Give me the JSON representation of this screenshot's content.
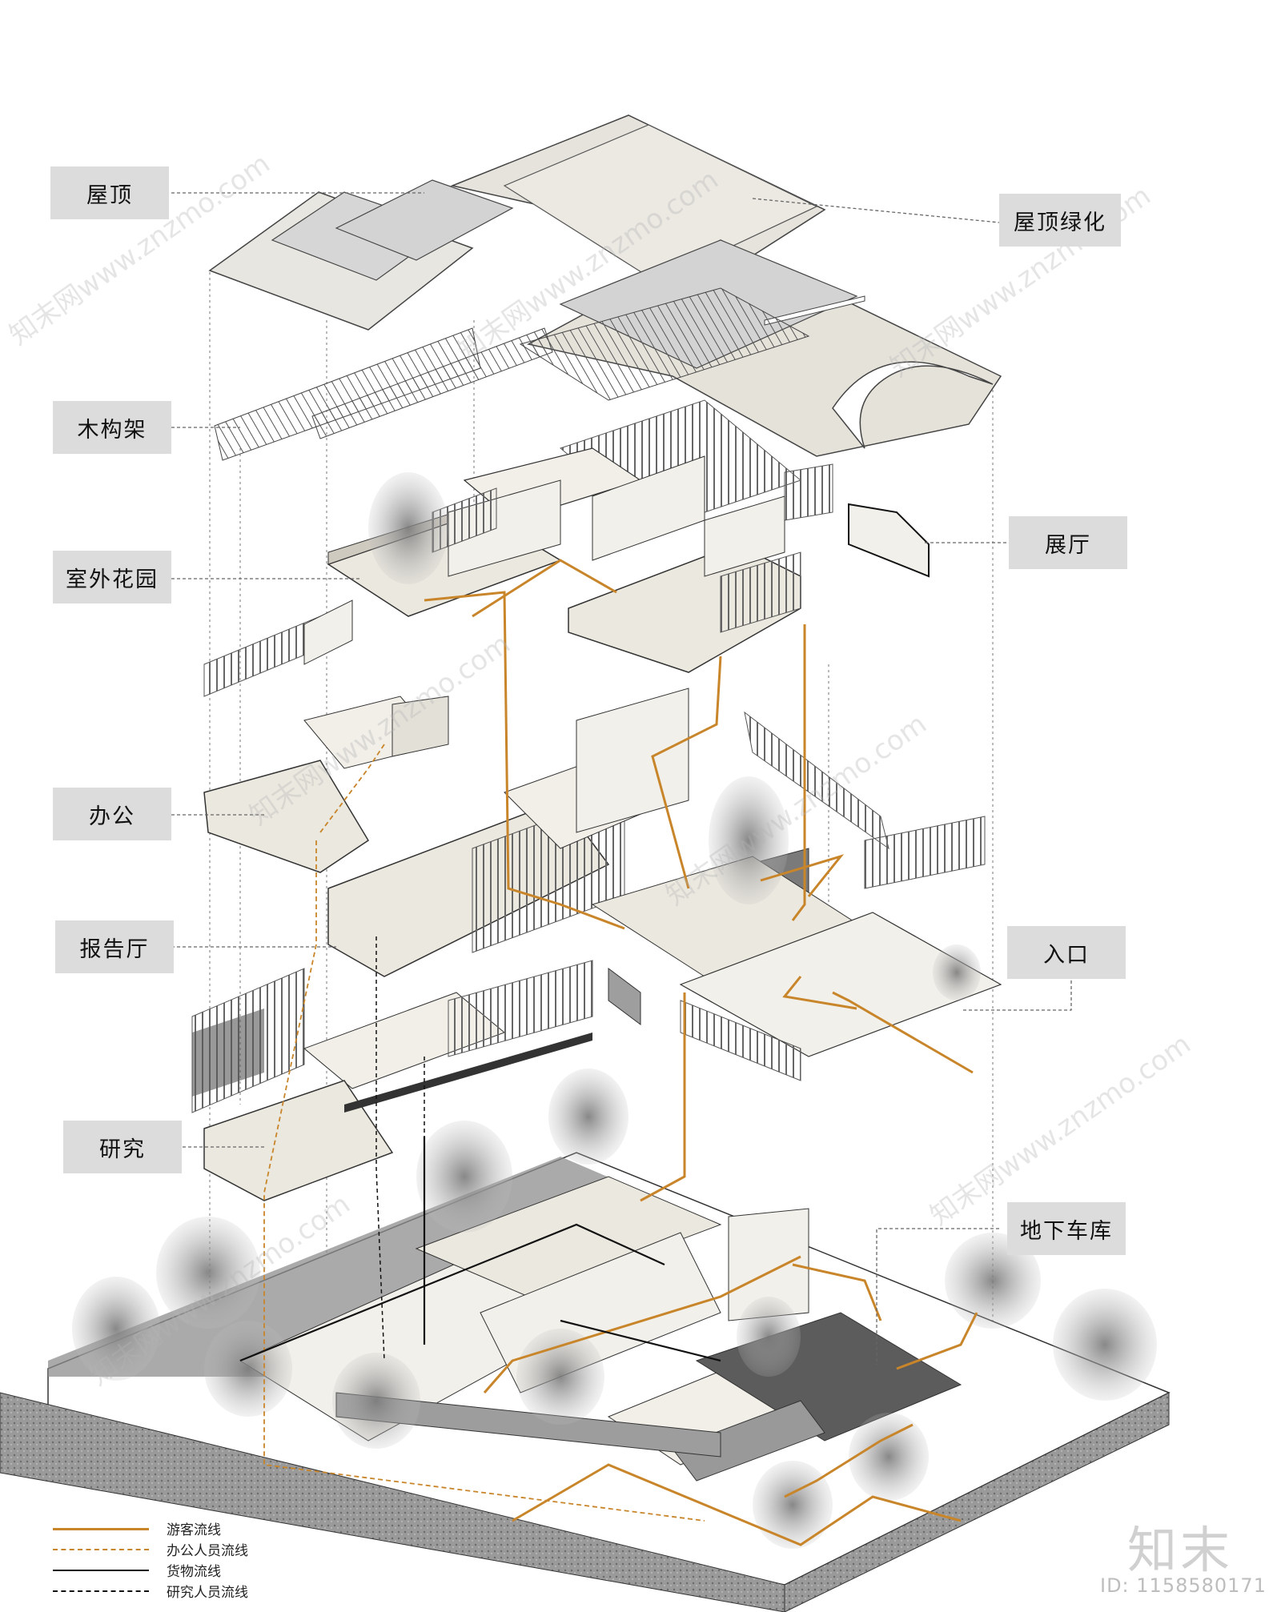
{
  "labels": {
    "roof": "屋顶",
    "roof_green": "屋顶绿化",
    "timber_frame": "木构架",
    "outdoor_garden": "室外花园",
    "exhibition_hall": "展厅",
    "office": "办公",
    "lecture_hall": "报告厅",
    "entrance": "入口",
    "research": "研究",
    "underground_garage": "地下车库"
  },
  "legend": [
    {
      "label": "游客流线",
      "color": "#c8852a",
      "style": "solid"
    },
    {
      "label": "办公人员流线",
      "color": "#c8852a",
      "style": "dashed"
    },
    {
      "label": "货物流线",
      "color": "#111111",
      "style": "solid"
    },
    {
      "label": "研究人员流线",
      "color": "#111111",
      "style": "dashed"
    }
  ],
  "brand": "知末",
  "image_id": "ID: 1158580171",
  "watermark": "知末网www.znzmo.com",
  "colors": {
    "visitor_flow": "#c8852a",
    "panel": "#ece9e1",
    "roof_panel": "#d9d9d9",
    "label_bg": "#dcdcdc",
    "ground_texture": "#8a8a8a"
  }
}
